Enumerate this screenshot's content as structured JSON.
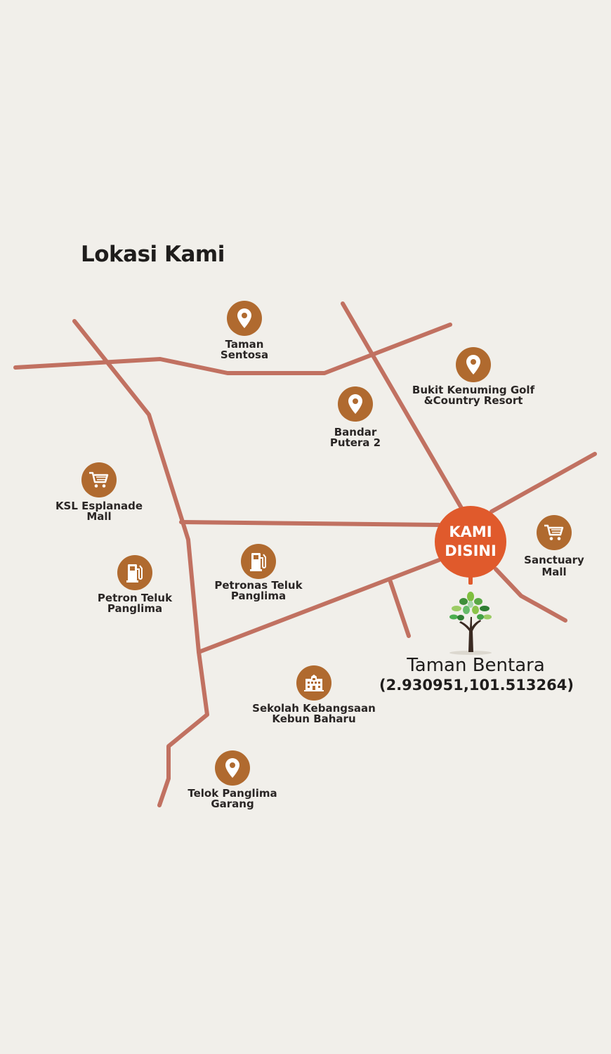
{
  "title": "Lokasi Kami",
  "colors": {
    "background": "#f1efea",
    "road": "#c17161",
    "pin": "#b06a2f",
    "here": "#e05a2c",
    "text": "#2a2625"
  },
  "here_label": "KAMI\nDISINI",
  "destination": {
    "name": "Taman Bentara",
    "coordinates": "(2.930951,101.513264)",
    "icon": "tree-icon"
  },
  "pois": {
    "taman_sentosa": {
      "label": "Taman\nSentosa",
      "icon": "location-pin-icon"
    },
    "bukit_kenuming": {
      "label": "Bukit Kenuming Golf\n&Country Resort",
      "icon": "location-pin-icon"
    },
    "bandar_putera": {
      "label": "Bandar\nPutera 2",
      "icon": "location-pin-icon"
    },
    "ksl_esplanade": {
      "label": "KSL Esplanade\nMall",
      "icon": "shopping-cart-icon"
    },
    "sanctuary_mall": {
      "label": "Sanctuary\nMall",
      "icon": "shopping-cart-icon"
    },
    "petron": {
      "label": "Petron Teluk\nPanglima",
      "icon": "fuel-pump-icon"
    },
    "petronas": {
      "label": "Petronas Teluk\nPanglima",
      "icon": "fuel-pump-icon"
    },
    "sekolah": {
      "label": "Sekolah Kebangsaan\nKebun Baharu",
      "icon": "school-icon"
    },
    "telok_panglima": {
      "label": "Telok Panglima\nGarang",
      "icon": "location-pin-icon"
    }
  }
}
